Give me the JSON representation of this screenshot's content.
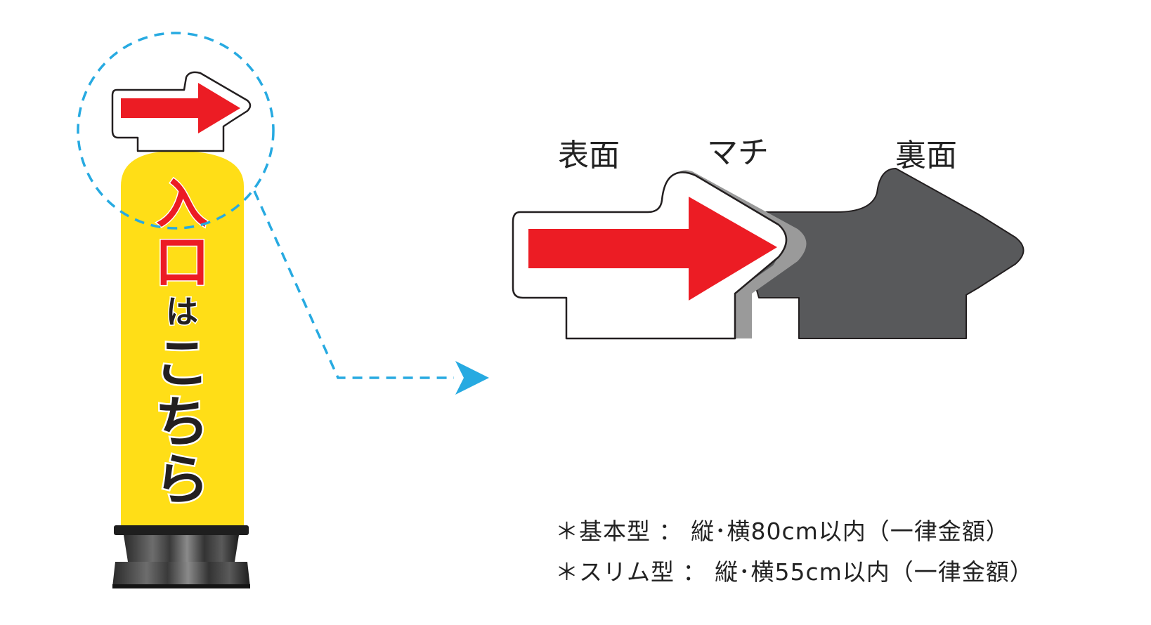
{
  "sign": {
    "chars": [
      "入",
      "口",
      "は",
      "こ",
      "ち",
      "ら"
    ],
    "colors": {
      "body": "#FFDE17",
      "entrance_text": "#EC1C24",
      "text_dark": "#231F20",
      "arrow_red": "#EC1C24",
      "base": "#1E1E1E"
    }
  },
  "callout": {
    "color": "#27AAE1"
  },
  "detail": {
    "labels": {
      "front": "表面",
      "gusset": "マチ",
      "back": "裏面"
    },
    "colors": {
      "front_fill": "#ffffff",
      "gusset_fill": "#9A9A9A",
      "back_fill": "#58595B",
      "arrow_red": "#EC1C24"
    }
  },
  "notes": [
    "＊基本型 ： 縦･横80cm以内（一律金額）",
    "＊スリム型 ： 縦･横55cm以内（一律金額）"
  ]
}
